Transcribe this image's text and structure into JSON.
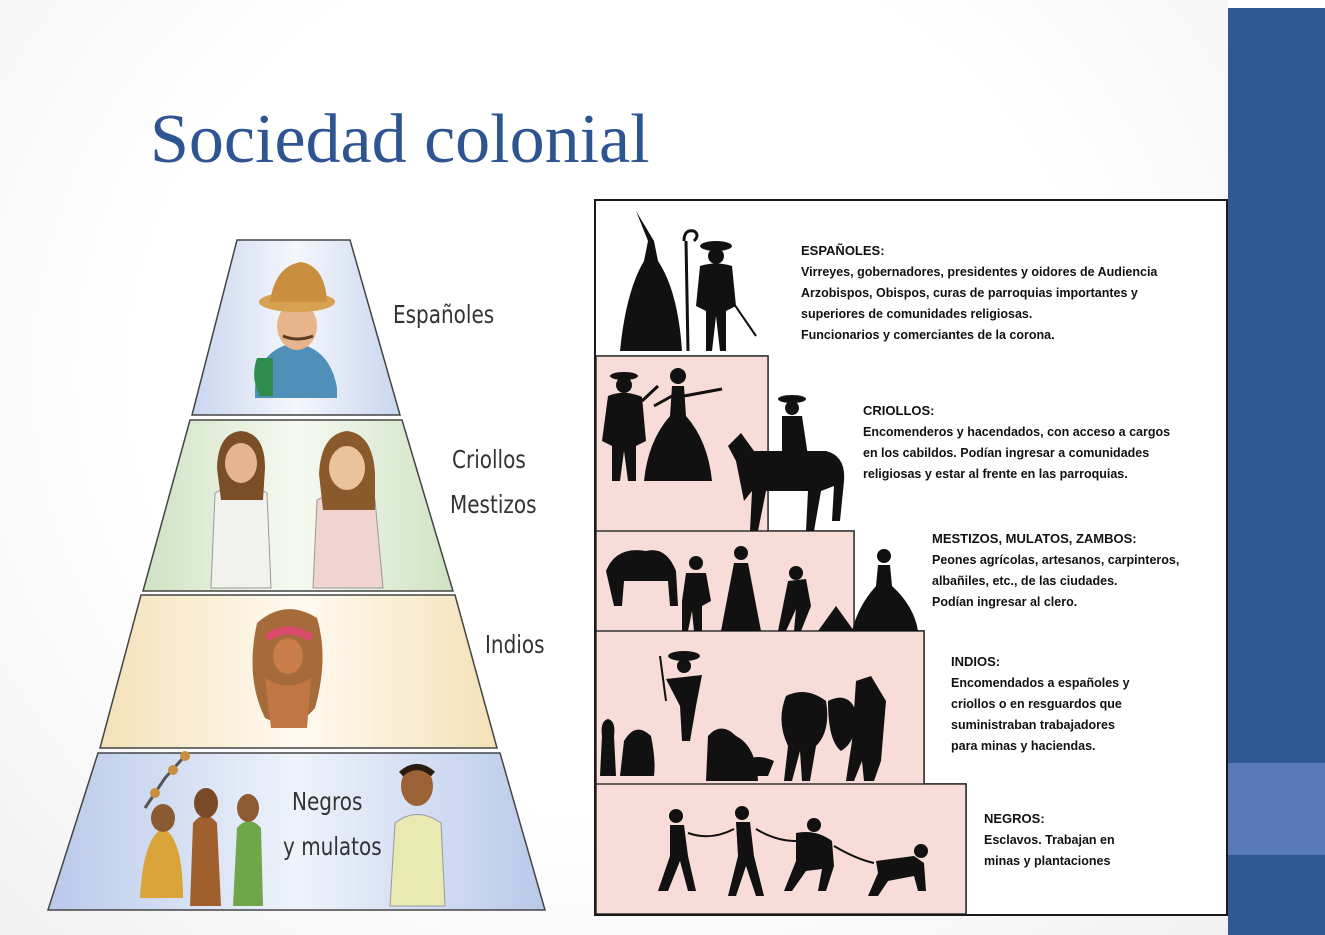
{
  "slide": {
    "title": "Sociedad colonial",
    "colors": {
      "title": "#2e5592",
      "side_band": "#2f5993",
      "side_band_light": "#5a79b8",
      "stair_fill": "#f7dcd7"
    }
  },
  "pyramid": {
    "levels": [
      {
        "label": "Españoles"
      },
      {
        "label_1": "Criollos",
        "label_2": "Mestizos"
      },
      {
        "label": "Indios"
      },
      {
        "label_1": "Negros",
        "label_2": "y mulatos"
      }
    ]
  },
  "stairs": {
    "groups": [
      {
        "heading": "ESPAÑOLES:",
        "lines": [
          "Virreyes, gobernadores, presidentes y oidores de Audiencia",
          "Arzobispos, Obispos, curas de parroquias importantes y",
          "superiores de comunidades religiosas.",
          "Funcionarios y comerciantes de la corona."
        ]
      },
      {
        "heading": "CRIOLLOS:",
        "lines": [
          "Encomenderos y hacendados, con acceso a cargos",
          "en los cabildos.  Podían ingresar a comunidades",
          "religiosas y  estar al frente en las parroquias."
        ]
      },
      {
        "heading": "MESTIZOS, MULATOS, ZAMBOS:",
        "lines": [
          "Peones agrícolas, artesanos, carpinteros,",
          "albañiles, etc., de las ciudades.",
          "Podían ingresar al clero."
        ]
      },
      {
        "heading": "INDIOS:",
        "lines": [
          "Encomendados a españoles y",
          "criollos o en resguardos que",
          "suministraban trabajadores",
          "para minas y haciendas."
        ]
      },
      {
        "heading": "NEGROS:",
        "lines": [
          "Esclavos. Trabajan en",
          "minas y plantaciones"
        ]
      }
    ]
  }
}
